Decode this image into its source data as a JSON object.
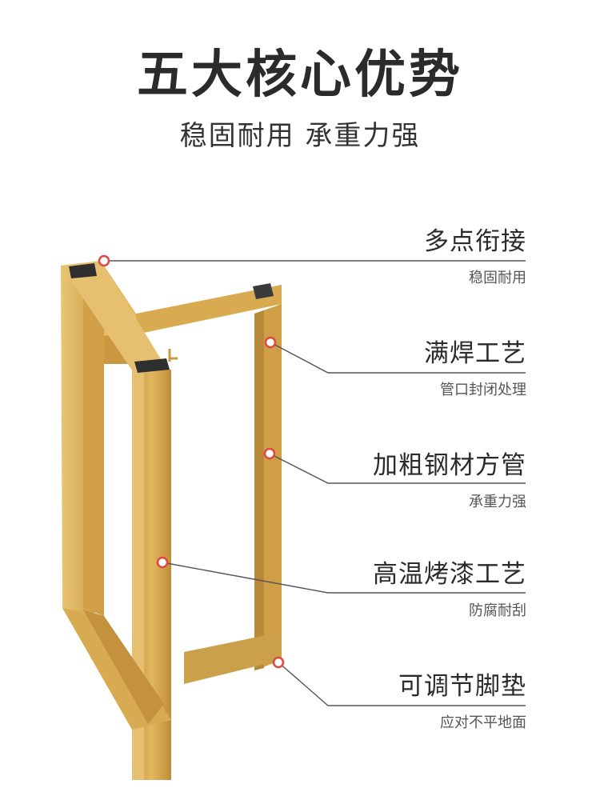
{
  "header": {
    "title": "五大核心优势",
    "subtitle": "稳固耐用 承重力强"
  },
  "colors": {
    "gold": "#d6a548",
    "gold_dark": "#b8863a",
    "gold_light": "#e8c173",
    "line": "#555555",
    "dot": "#e0483e"
  },
  "features": [
    {
      "title": "多点衔接",
      "subtitle": "稳固耐用"
    },
    {
      "title": "满焊工艺",
      "subtitle": "管口封闭处理"
    },
    {
      "title": "加粗钢材方管",
      "subtitle": "承重力强"
    },
    {
      "title": "高温烤漆工艺",
      "subtitle": "防腐耐刮"
    },
    {
      "title": "可调节脚垫",
      "subtitle": "应对不平地面"
    }
  ]
}
